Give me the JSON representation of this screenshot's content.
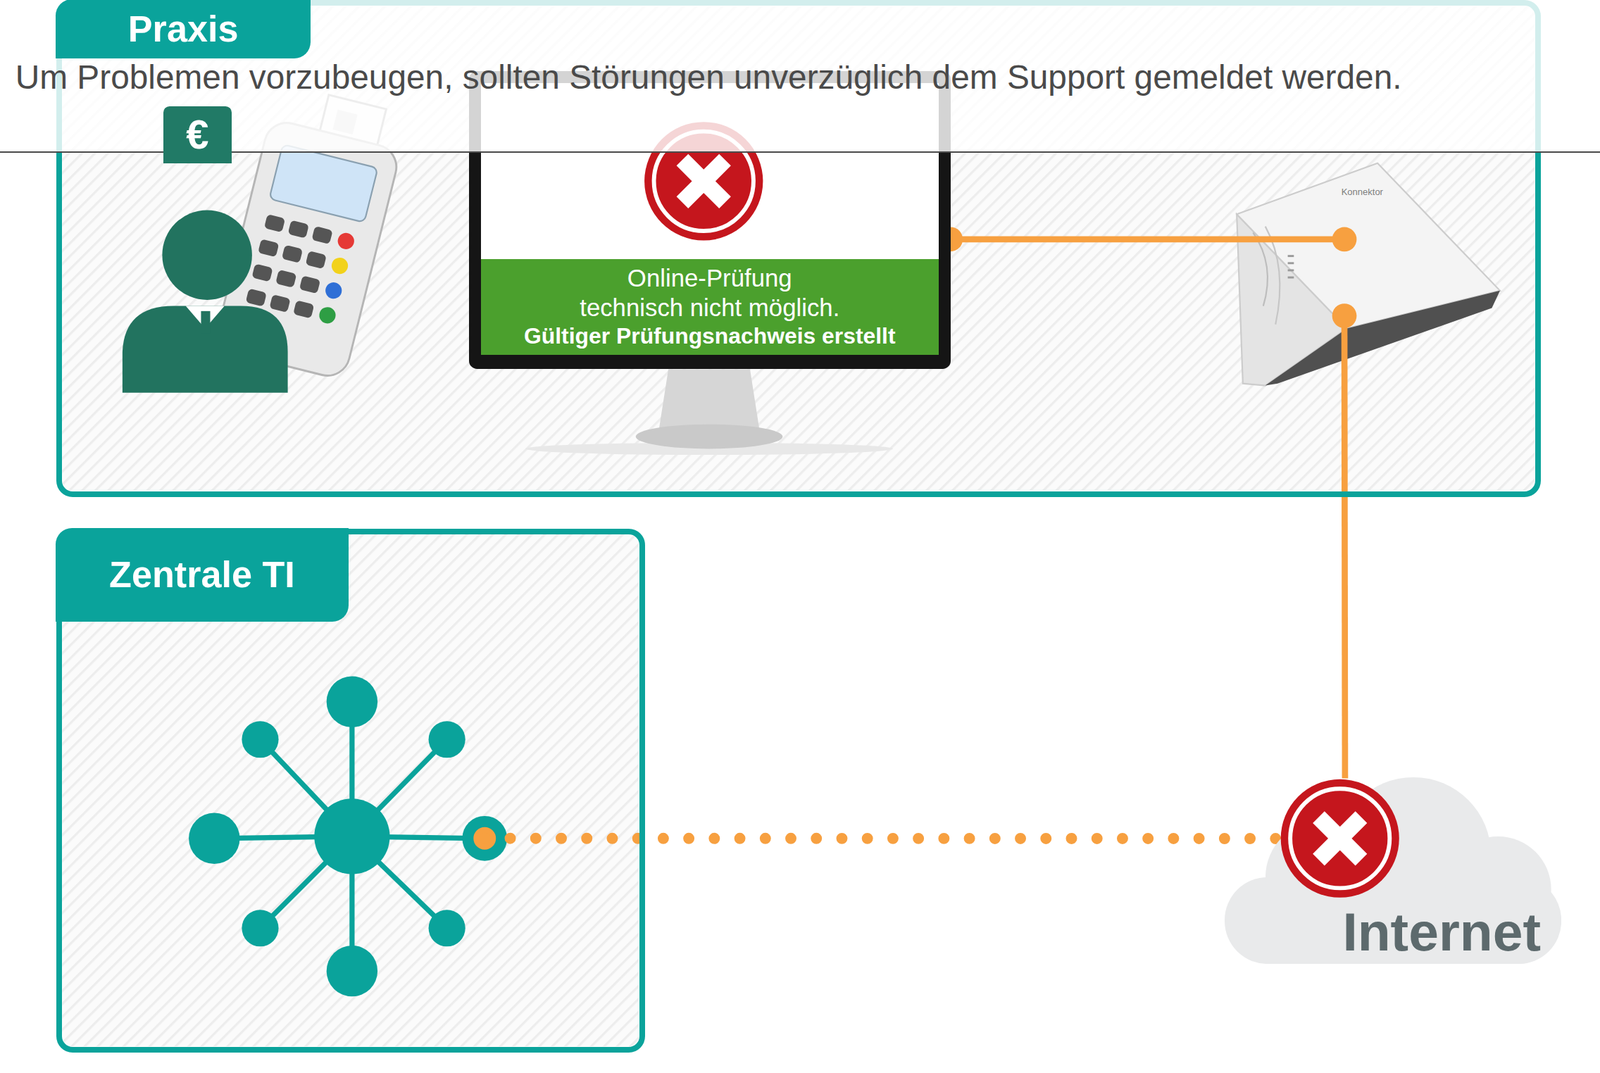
{
  "diagram": {
    "nodes": [
      {
        "text": [
          "Praxis"
        ]
      },
      {
        "text": [
          "Online-Prüfung technisch nicht möglich.",
          "Gültiger Prüfungsnachweis erstellt"
        ],
        "in": 0
      },
      {
        "text": [
          "Konnektor"
        ],
        "in": 0
      },
      {
        "text": [
          "Zentrale TI"
        ]
      },
      {
        "text": [
          "Internet"
        ]
      }
    ],
    "edges": [
      {
        "from": 1,
        "to": 2,
        "arrow": "none"
      },
      {
        "from": 2,
        "to": 4,
        "arrow": "none"
      },
      {
        "from": 3,
        "to": 4,
        "arrow": "none"
      }
    ],
    "labels": [
      "Um Problemen vorzubeugen, sollten Störungen unverzüglich dem Support gemeldet werden.",
      "€"
    ]
  }
}
